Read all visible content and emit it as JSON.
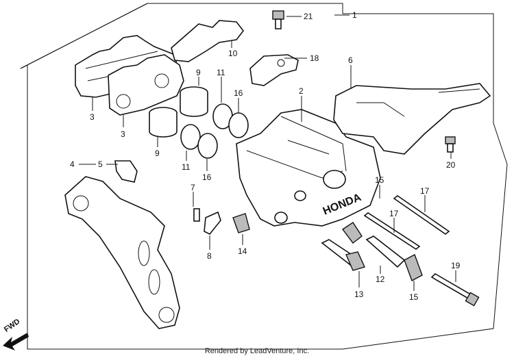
{
  "callouts": {
    "c1": "1",
    "c2": "2",
    "c3a": "3",
    "c3b": "3",
    "c4": "4",
    "c5": "5",
    "c6": "6",
    "c7": "7",
    "c8": "8",
    "c9a": "9",
    "c9b": "9",
    "c10": "10",
    "c11a": "11",
    "c11b": "11",
    "c12": "12",
    "c13": "13",
    "c14": "14",
    "c15a": "15",
    "c15b": "15",
    "c16a": "16",
    "c16b": "16",
    "c17a": "17",
    "c17b": "17",
    "c18": "18",
    "c19": "19",
    "c20": "20",
    "c21": "21"
  },
  "caliper_brand": "HONDA",
  "direction_label": "FWD",
  "footer": "Rendered by LeadVenture, Inc."
}
